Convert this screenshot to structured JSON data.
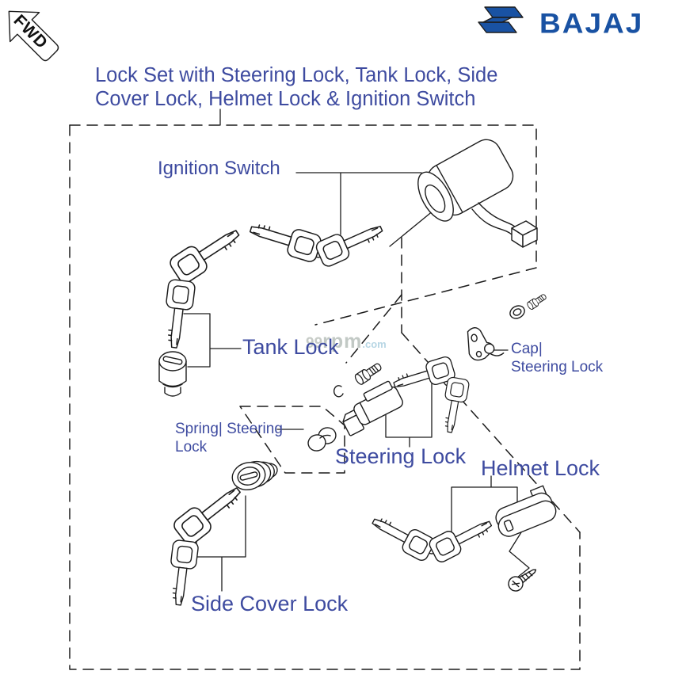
{
  "badge": {
    "text": "FWD"
  },
  "brand": {
    "wordmark": "BAJAJ",
    "color": "#1952a3"
  },
  "title": {
    "line1": "Lock Set with Steering Lock, Tank Lock, Side",
    "line2": "Cover Lock, Helmet Lock & Ignition Switch",
    "color": "#3e4ba0"
  },
  "watermark": {
    "prefix": "99",
    "mid": "rpm",
    "suffix": ".com"
  },
  "labels": {
    "ignition_switch": "Ignition Switch",
    "tank_lock": "Tank Lock",
    "spring_line1": "Spring| Steering",
    "spring_line2": "Lock",
    "steering_lock": "Steering Lock",
    "cap_line1": "Cap|",
    "cap_line2": "Steering Lock",
    "helmet_lock": "Helmet Lock",
    "side_cover_lock": "Side Cover Lock"
  },
  "colors": {
    "label_blue": "#3e4ba0",
    "line_art": "#1c1c1c"
  }
}
